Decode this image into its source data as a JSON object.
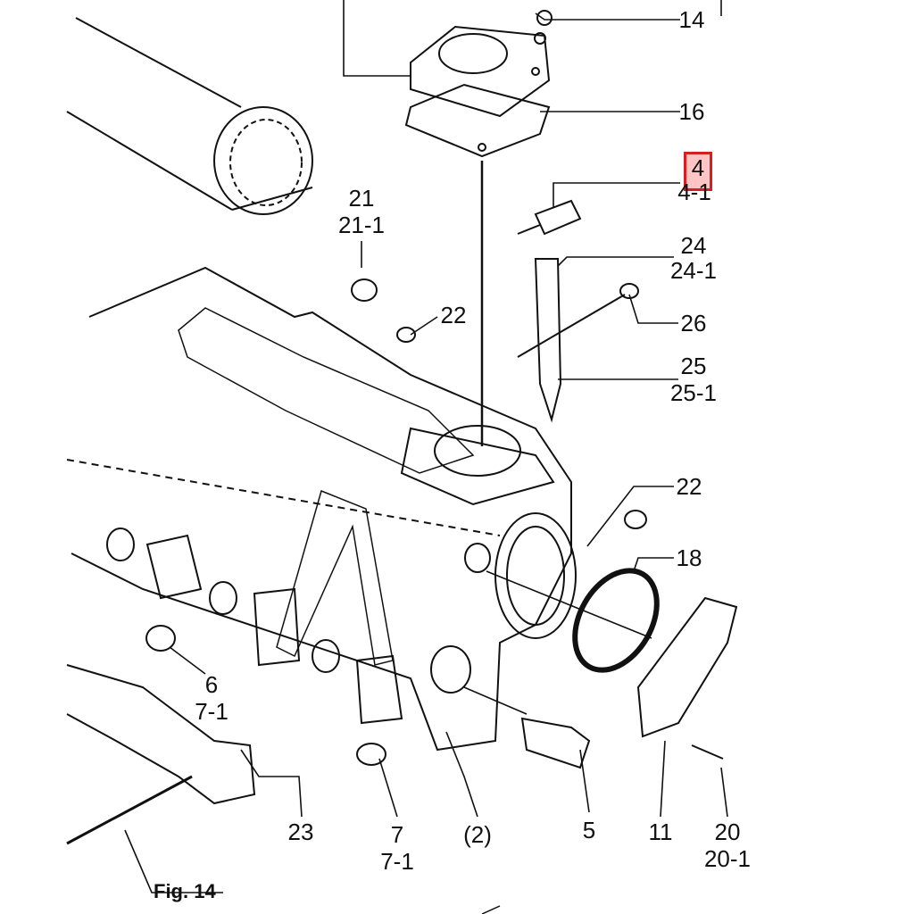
{
  "diagram": {
    "figure_label": "Fig. 14",
    "highlighted_part": "4",
    "highlight_color": "#d42020",
    "callouts": [
      {
        "id": "14",
        "lines": [
          "14"
        ]
      },
      {
        "id": "16",
        "lines": [
          "16"
        ]
      },
      {
        "id": "4",
        "lines": [
          "4",
          "4-1"
        ]
      },
      {
        "id": "21",
        "lines": [
          "21",
          "21-1"
        ]
      },
      {
        "id": "24",
        "lines": [
          "24",
          "24-1"
        ]
      },
      {
        "id": "22a",
        "lines": [
          "22"
        ]
      },
      {
        "id": "26",
        "lines": [
          "26"
        ]
      },
      {
        "id": "25",
        "lines": [
          "25",
          "25-1"
        ]
      },
      {
        "id": "22b",
        "lines": [
          "22"
        ]
      },
      {
        "id": "18",
        "lines": [
          "18"
        ]
      },
      {
        "id": "6",
        "lines": [
          "6",
          "7-1"
        ]
      },
      {
        "id": "23",
        "lines": [
          "23"
        ]
      },
      {
        "id": "7",
        "lines": [
          "7",
          "7-1"
        ]
      },
      {
        "id": "2",
        "lines": [
          "(2)"
        ]
      },
      {
        "id": "5",
        "lines": [
          "5"
        ]
      },
      {
        "id": "11",
        "lines": [
          "11"
        ]
      },
      {
        "id": "20",
        "lines": [
          "20",
          "20-1"
        ]
      }
    ]
  }
}
